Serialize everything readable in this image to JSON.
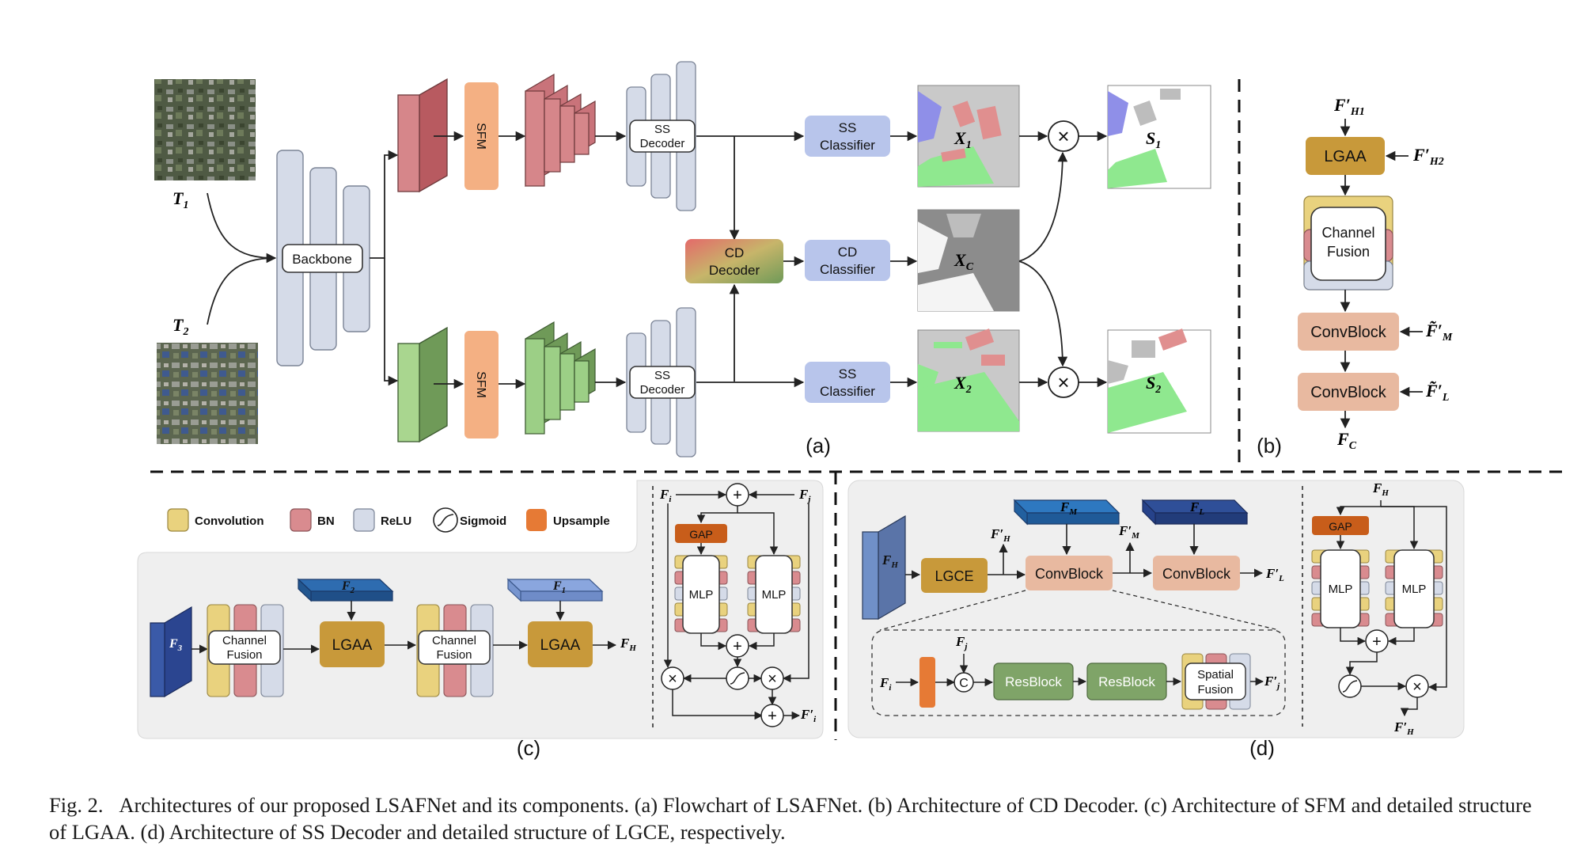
{
  "figure": {
    "caption_label": "Fig. 2.",
    "caption_text": "Architectures of our proposed LSAFNet and its components. (a) Flowchart of LSAFNet. (b) Architecture of CD Decoder. (c) Architecture of SFM and detailed structure of LGAA. (d) Architecture of SS Decoder and detailed structure of LGCE, respectively."
  },
  "colors": {
    "backbone": "#d5dbe8",
    "encoder_red": "#d6868a",
    "encoder_green": "#9ccf86",
    "sfm": "#f4b083",
    "classifier": "#b8c5eb",
    "lgaa": "#c8993a",
    "convblock": "#e8b9a0",
    "resblock": "#7fa468",
    "conv_yellow": "#e9d27e",
    "bn_red": "#d98b8f",
    "relu_blue": "#d5dbe8",
    "gap": "#c85d1a",
    "upsample": "#e67a35",
    "feature_blue_dark": "#2e5da8",
    "feature_blue_light": "#8aa6de",
    "panel_bg": "#efefef"
  },
  "panel_a": {
    "label": "(a)",
    "inputs": {
      "t1": "T",
      "t1_sub": "1",
      "t2": "T",
      "t2_sub": "2"
    },
    "backbone": "Backbone",
    "sfm_top": "SFM",
    "sfm_bottom": "SFM",
    "ss_decoder_line1": "SS",
    "ss_decoder_line2": "Decoder",
    "cd_decoder_line1": "CD",
    "cd_decoder_line2": "Decoder",
    "ss_classifier_line1": "SS",
    "ss_classifier_line2": "Classifier",
    "cd_classifier_line1": "CD",
    "cd_classifier_line2": "Classifier",
    "outputs": {
      "x1": "X",
      "x1_sub": "1",
      "xc": "X",
      "xc_sub": "C",
      "x2": "X",
      "x2_sub": "2",
      "s1": "S",
      "s1_sub": "1",
      "s2": "S",
      "s2_sub": "2"
    },
    "multiply": "×"
  },
  "panel_b": {
    "label": "(b)",
    "in_top": "F′",
    "in_top_sub": "H1",
    "lgaa": "LGAA",
    "in_side": "F′",
    "in_side_sub": "H2",
    "channel_fusion_line1": "Channel",
    "channel_fusion_line2": "Fusion",
    "convblock_1": "ConvBlock",
    "convblock_2": "ConvBlock",
    "side_m": "F̃′",
    "side_m_sub": "M",
    "side_l": "F̃′",
    "side_l_sub": "L",
    "out": "F",
    "out_sub": "C"
  },
  "legend": {
    "convolution": "Convolution",
    "bn": "BN",
    "relu": "ReLU",
    "sigmoid": "Sigmoid",
    "upsample": "Upsample"
  },
  "panel_c": {
    "label": "(c)",
    "f3": "F",
    "f3_sub": "3",
    "f2": "F",
    "f2_sub": "2",
    "f1": "F",
    "f1_sub": "1",
    "channel_fusion_line1": "Channel",
    "channel_fusion_line2": "Fusion",
    "lgaa": "LGAA",
    "out": "F",
    "out_sub": "H",
    "detail": {
      "fi": "F",
      "fi_sub": "i",
      "fj": "F",
      "fj_sub": "j",
      "gap": "GAP",
      "mlp": "MLP",
      "out": "F′",
      "out_sub": "i",
      "plus": "+",
      "times": "×"
    }
  },
  "panel_d": {
    "label": "(d)",
    "fh": "F",
    "fh_sub": "H",
    "lgce": "LGCE",
    "fh_prime": "F′",
    "fh_prime_sub": "H",
    "fm": "F",
    "fm_sub": "M",
    "fl": "F",
    "fl_sub": "L",
    "fm_prime": "F′",
    "fm_prime_sub": "M",
    "fl_prime": "F′",
    "fl_prime_sub": "L",
    "convblock": "ConvBlock",
    "detail_convblock": {
      "fi": "F",
      "fi_sub": "i",
      "fj": "F",
      "fj_sub": "j",
      "concat": "C",
      "resblock": "ResBlock",
      "spatial_fusion_line1": "Spatial",
      "spatial_fusion_line2": "Fusion",
      "out": "F′",
      "out_sub": "j"
    },
    "detail_lgce": {
      "in": "F",
      "in_sub": "H",
      "gap": "GAP",
      "mlp": "MLP",
      "plus": "+",
      "times": "×",
      "out": "F′",
      "out_sub": "H"
    }
  }
}
